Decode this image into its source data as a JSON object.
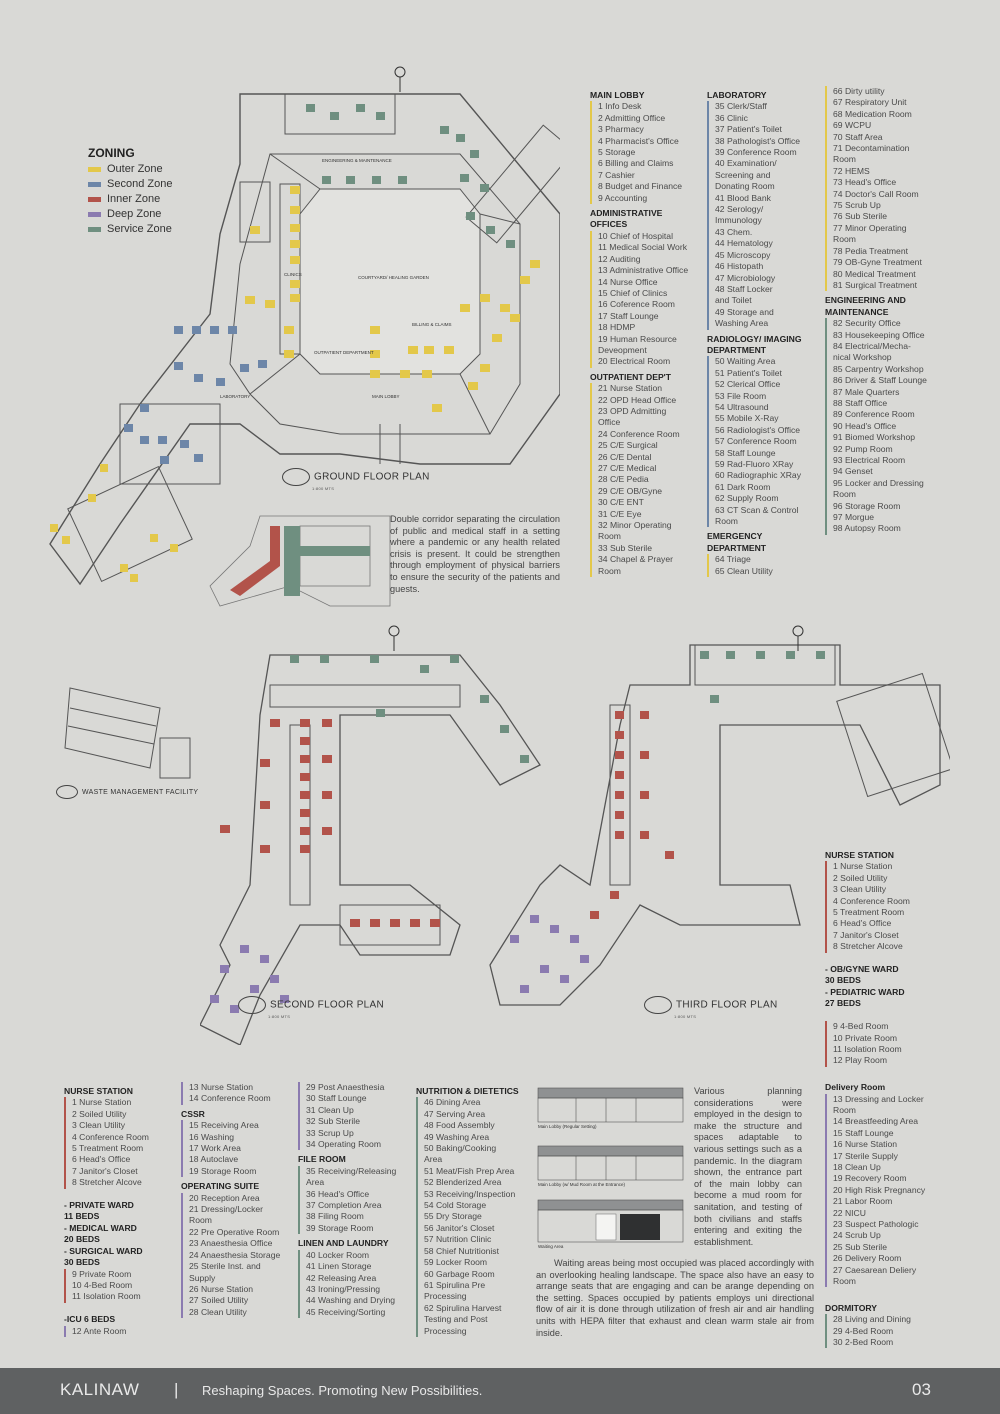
{
  "zoning": {
    "title": "ZONING",
    "zones": [
      {
        "label": "Outer Zone",
        "color": "#e3c84a"
      },
      {
        "label": "Second Zone",
        "color": "#6d86a8"
      },
      {
        "label": "Inner Zone",
        "color": "#b2534a"
      },
      {
        "label": "Deep Zone",
        "color": "#8b7bb0"
      },
      {
        "label": "Service Zone",
        "color": "#6f8f80"
      }
    ]
  },
  "plans": {
    "ground": "GROUND FLOOR PLAN",
    "second": "SECOND FLOOR PLAN",
    "third": "THIRD FLOOR PLAN",
    "waste": "WASTE MANAGEMENT FACILITY",
    "scale": "1:800 MTS"
  },
  "ground_labels": {
    "courtyard": "COURTYARD/ HEALING GARDEN",
    "eng": "ENGINEERING & MAINTENANCE",
    "opd": "OUTPATIENT DEPARTMENT",
    "lobby": "MAIN LOBBY",
    "billing": "BILLING & CLAIMS",
    "clinics": "CLINICS",
    "lab": "LABORATORY"
  },
  "corridor_note": "Double corridor separating the circulation of public and medical staff in a setting where a pandemic or any health related crisis is present. It could be strengthen through employment of physical barriers to ensure the security of the patients and guests.",
  "legend_ground": {
    "c1": [
      {
        "t": "MAIN LOBBY",
        "h": true
      },
      {
        "t": "1  Info Desk",
        "z": "y"
      },
      {
        "t": "2  Admitting Office",
        "z": "y"
      },
      {
        "t": "3  Pharmacy",
        "z": "y"
      },
      {
        "t": "4  Pharmacist's Office",
        "z": "y"
      },
      {
        "t": "5  Storage",
        "z": "y"
      },
      {
        "t": "6  Billing and Claims",
        "z": "y"
      },
      {
        "t": "7  Cashier",
        "z": "y"
      },
      {
        "t": "8  Budget and Finance",
        "z": "y"
      },
      {
        "t": "9  Accounting",
        "z": "y"
      },
      {
        "t": "ADMINISTRATIVE OFFICES",
        "h": true
      },
      {
        "t": "10 Chief of Hospital",
        "z": "y"
      },
      {
        "t": "11  Medical Social Work",
        "z": "y"
      },
      {
        "t": "12 Auditing",
        "z": "y"
      },
      {
        "t": "13 Administrative Office",
        "z": "y"
      },
      {
        "t": "14 Nurse Office",
        "z": "y"
      },
      {
        "t": "15 Chief of Clinics",
        "z": "y"
      },
      {
        "t": "16 Coference Room",
        "z": "y"
      },
      {
        "t": "17 Staff Lounge",
        "z": "y"
      },
      {
        "t": "18 HDMP",
        "z": "y"
      },
      {
        "t": "19 Human Resource",
        "z": "y"
      },
      {
        "t": "    Deveopment",
        "z": "y"
      },
      {
        "t": "20 Electrical Room",
        "z": "y"
      },
      {
        "t": "OUTPATIENT DEP'T",
        "h": true
      },
      {
        "t": "21  Nurse Station",
        "z": "y"
      },
      {
        "t": "22  OPD Head Office",
        "z": "y"
      },
      {
        "t": "23  OPD Admitting",
        "z": "y"
      },
      {
        "t": "      Office",
        "z": "y"
      },
      {
        "t": "24  Conference Room",
        "z": "y"
      },
      {
        "t": "25  C/E Surgical",
        "z": "y"
      },
      {
        "t": "26 C/E Dental",
        "z": "y"
      },
      {
        "t": "27  C/E Medical",
        "z": "y"
      },
      {
        "t": "28  C/E Pedia",
        "z": "y"
      },
      {
        "t": "29  C/E OB/Gyne",
        "z": "y"
      },
      {
        "t": "30 C/E ENT",
        "z": "y"
      },
      {
        "t": "31  C/E Eye",
        "z": "y"
      },
      {
        "t": "32 Minor Operating",
        "z": "y"
      },
      {
        "t": "     Room",
        "z": "y"
      },
      {
        "t": "33 Sub Sterile",
        "z": "y"
      },
      {
        "t": "34 Chapel & Prayer",
        "z": "y"
      },
      {
        "t": "     Room",
        "z": "y"
      }
    ],
    "c2": [
      {
        "t": "LABORATORY",
        "h": true
      },
      {
        "t": "35  Clerk/Staff",
        "z": "b"
      },
      {
        "t": "36 Clinic",
        "z": "b"
      },
      {
        "t": "37 Patient's Toilet",
        "z": "b"
      },
      {
        "t": "38 Pathologist's Office",
        "z": "b"
      },
      {
        "t": "39 Conference Room",
        "z": "b"
      },
      {
        "t": "40 Examination/",
        "z": "b"
      },
      {
        "t": "     Screening and",
        "z": "b"
      },
      {
        "t": "     Donating Room",
        "z": "b"
      },
      {
        "t": "41 Blood Bank",
        "z": "b"
      },
      {
        "t": "42 Serology/",
        "z": "b"
      },
      {
        "t": "     Immunology",
        "z": "b"
      },
      {
        "t": "43 Chem.",
        "z": "b"
      },
      {
        "t": "44 Hematology",
        "z": "b"
      },
      {
        "t": "45  Microscopy",
        "z": "b"
      },
      {
        "t": "46 Histopath",
        "z": "b"
      },
      {
        "t": "47 Microbiology",
        "z": "b"
      },
      {
        "t": "48 Staff Locker",
        "z": "b"
      },
      {
        "t": "     and Toilet",
        "z": "b"
      },
      {
        "t": "49 Storage and",
        "z": "b"
      },
      {
        "t": "     Washing Area",
        "z": "b"
      },
      {
        "t": "RADIOLOGY/ IMAGING DEPARTMENT",
        "h": true
      },
      {
        "t": "50 Waiting Area",
        "z": "b"
      },
      {
        "t": "51  Patient's Toilet",
        "z": "b"
      },
      {
        "t": "52 Clerical Office",
        "z": "b"
      },
      {
        "t": "53 File Room",
        "z": "b"
      },
      {
        "t": "54 Ultrasound",
        "z": "b"
      },
      {
        "t": "55 Mobile X-Ray",
        "z": "b"
      },
      {
        "t": "56 Radiologist's Office",
        "z": "b"
      },
      {
        "t": "57 Conference Room",
        "z": "b"
      },
      {
        "t": "58 Staff Lounge",
        "z": "b"
      },
      {
        "t": "59 Rad-Fluoro XRay",
        "z": "b"
      },
      {
        "t": "60 Radiographic XRay",
        "z": "b"
      },
      {
        "t": "61 Dark Room",
        "z": "b"
      },
      {
        "t": "62 Supply Room",
        "z": "b"
      },
      {
        "t": "63 CT Scan & Control",
        "z": "b"
      },
      {
        "t": "     Room",
        "z": "b"
      },
      {
        "t": "EMERGENCY DEPARTMENT",
        "h": true
      },
      {
        "t": "64 Triage",
        "z": "y"
      },
      {
        "t": "65 Clean Utility",
        "z": "y"
      }
    ],
    "c3": [
      {
        "t": "66 Dirty utility",
        "z": "y"
      },
      {
        "t": "67 Respiratory Unit",
        "z": "y"
      },
      {
        "t": "68 Medication Room",
        "z": "y"
      },
      {
        "t": "69 WCPU",
        "z": "y"
      },
      {
        "t": "70 Staff Area",
        "z": "y"
      },
      {
        "t": "71 Decontamination",
        "z": "y"
      },
      {
        "t": "     Room",
        "z": "y"
      },
      {
        "t": "72 HEMS",
        "z": "y"
      },
      {
        "t": "73 Head's Office",
        "z": "y"
      },
      {
        "t": "74 Doctor's Call Room",
        "z": "y"
      },
      {
        "t": "75 Scrub Up",
        "z": "y"
      },
      {
        "t": "76 Sub Sterile",
        "z": "y"
      },
      {
        "t": "77 Minor Operating",
        "z": "y"
      },
      {
        "t": "     Room",
        "z": "y"
      },
      {
        "t": "78 Pedia Treatment",
        "z": "y"
      },
      {
        "t": "79 OB-Gyne Treatment",
        "z": "y"
      },
      {
        "t": "80 Medical Treatment",
        "z": "y"
      },
      {
        "t": "81 Surgical Treatment",
        "z": "y"
      },
      {
        "t": "ENGINEERING AND MAINTENANCE",
        "h": true
      },
      {
        "t": "82 Security Office",
        "z": "g"
      },
      {
        "t": "83 Housekeeping Office",
        "z": "g"
      },
      {
        "t": "84 Electrical/Mecha-",
        "z": "g"
      },
      {
        "t": "     nical Workshop",
        "z": "g"
      },
      {
        "t": "85 Carpentry Workshop",
        "z": "g"
      },
      {
        "t": "86 Driver & Staff Lounge",
        "z": "g"
      },
      {
        "t": "87 Male Quarters",
        "z": "g"
      },
      {
        "t": "88 Staff Office",
        "z": "g"
      },
      {
        "t": "89 Conference Room",
        "z": "g"
      },
      {
        "t": "90 Head's Office",
        "z": "g"
      },
      {
        "t": "91 Biomed Workshop",
        "z": "g"
      },
      {
        "t": "92 Pump Room",
        "z": "g"
      },
      {
        "t": "93 Electrical Room",
        "z": "g"
      },
      {
        "t": "94 Genset",
        "z": "g"
      },
      {
        "t": "95 Locker and Dressing",
        "z": "g"
      },
      {
        "t": "     Room",
        "z": "g"
      },
      {
        "t": "96 Storage Room",
        "z": "g"
      },
      {
        "t": "97 Morgue",
        "z": "g"
      },
      {
        "t": "98 Autopsy Room",
        "z": "g"
      }
    ]
  },
  "legend_third": [
    {
      "t": "NURSE STATION",
      "h": true
    },
    {
      "t": "1 Nurse Station",
      "z": "r"
    },
    {
      "t": "2 Soiled Utility",
      "z": "r"
    },
    {
      "t": "3 Clean Utility",
      "z": "r"
    },
    {
      "t": "4 Conference Room",
      "z": "r"
    },
    {
      "t": "5 Treatment Room",
      "z": "r"
    },
    {
      "t": "6 Head's Office",
      "z": "r"
    },
    {
      "t": "7 Janitor's Closet",
      "z": "r"
    },
    {
      "t": "8 Stretcher Alcove",
      "z": "r"
    },
    {
      "t": "",
      "z": "n"
    },
    {
      "t": "- OB/GYNE WARD",
      "bold": true
    },
    {
      "t": "30 BEDS",
      "bold": true
    },
    {
      "t": "- PEDIATRIC WARD",
      "bold": true
    },
    {
      "t": "27 BEDS",
      "bold": true
    },
    {
      "t": "",
      "z": "n"
    },
    {
      "t": "9 4-Bed Room",
      "z": "r"
    },
    {
      "t": "10 Private Room",
      "z": "r"
    },
    {
      "t": "11 Isolation Room",
      "z": "r"
    },
    {
      "t": "12 Play Room",
      "z": "r"
    },
    {
      "t": "",
      "z": "n"
    },
    {
      "t": "Delivery Room",
      "h": true
    },
    {
      "t": "13 Dressing and Locker",
      "z": "p"
    },
    {
      "t": "     Room",
      "z": "p"
    },
    {
      "t": "14 Breastfeeding Area",
      "z": "p"
    },
    {
      "t": "15 Staff Lounge",
      "z": "p"
    },
    {
      "t": "16 Nurse Station",
      "z": "p"
    },
    {
      "t": "17 Sterile Supply",
      "z": "p"
    },
    {
      "t": "18 Clean Up",
      "z": "p"
    },
    {
      "t": "19 Recovery Room",
      "z": "p"
    },
    {
      "t": "20 High Risk Pregnancy",
      "z": "p"
    },
    {
      "t": "21 Labor Room",
      "z": "p"
    },
    {
      "t": "22 NICU",
      "z": "p"
    },
    {
      "t": "23 Suspect Pathologic",
      "z": "p"
    },
    {
      "t": "24 Scrub Up",
      "z": "p"
    },
    {
      "t": "25 Sub Sterile",
      "z": "p"
    },
    {
      "t": "26 Delivery Room",
      "z": "p"
    },
    {
      "t": "27 Caesarean Deliery",
      "z": "p"
    },
    {
      "t": "     Room",
      "z": "p"
    },
    {
      "t": "",
      "z": "n"
    },
    {
      "t": "DORMITORY",
      "h": true
    },
    {
      "t": "28 Living and Dining",
      "z": "g"
    },
    {
      "t": "29 4-Bed Room",
      "z": "g"
    },
    {
      "t": "30 2-Bed Room",
      "z": "g"
    }
  ],
  "legend_second": {
    "c1": [
      {
        "t": "NURSE STATION",
        "h": true
      },
      {
        "t": "1 Nurse Station",
        "z": "r"
      },
      {
        "t": "2 Soiled Utility",
        "z": "r"
      },
      {
        "t": "3 Clean Utility",
        "z": "r"
      },
      {
        "t": "4 Conference Room",
        "z": "r"
      },
      {
        "t": "5 Treatment Room",
        "z": "r"
      },
      {
        "t": "6 Head's Office",
        "z": "r"
      },
      {
        "t": "7 Janitor's Closet",
        "z": "r"
      },
      {
        "t": "8 Stretcher Alcove",
        "z": "r"
      },
      {
        "t": "",
        "z": "n"
      },
      {
        "t": "- PRIVATE WARD",
        "bold": true
      },
      {
        "t": "11 BEDS",
        "bold": true
      },
      {
        "t": "- MEDICAL WARD",
        "bold": true
      },
      {
        "t": "20 BEDS",
        "bold": true
      },
      {
        "t": "- SURGICAL WARD",
        "bold": true
      },
      {
        "t": "30 BEDS",
        "bold": true
      },
      {
        "t": "9 Private Room",
        "z": "r"
      },
      {
        "t": "10 4-Bed Room",
        "z": "r"
      },
      {
        "t": "11 Isolation Room",
        "z": "r"
      },
      {
        "t": "",
        "z": "n"
      },
      {
        "t": "-ICU 6 BEDS",
        "bold": true
      },
      {
        "t": "12 Ante Room",
        "z": "p"
      }
    ],
    "c2": [
      {
        "t": "13 Nurse Station",
        "z": "p"
      },
      {
        "t": "14 Conference Room",
        "z": "p"
      },
      {
        "t": "CSSR",
        "h": true
      },
      {
        "t": "15 Receiving Area",
        "z": "p"
      },
      {
        "t": "16 Washing",
        "z": "p"
      },
      {
        "t": "17 Work Area",
        "z": "p"
      },
      {
        "t": "18 Autoclave",
        "z": "p"
      },
      {
        "t": "19 Storage Room",
        "z": "p"
      },
      {
        "t": "OPERATING SUITE",
        "h": true
      },
      {
        "t": "20 Reception Area",
        "z": "p"
      },
      {
        "t": "21 Dressing/Locker",
        "z": "p"
      },
      {
        "t": "     Room",
        "z": "p"
      },
      {
        "t": "22 Pre Operative Room",
        "z": "p"
      },
      {
        "t": "23 Anaesthesia Office",
        "z": "p"
      },
      {
        "t": "24 Anaesthesia Storage",
        "z": "p"
      },
      {
        "t": "25 Sterile Inst. and",
        "z": "p"
      },
      {
        "t": "     Supply",
        "z": "p"
      },
      {
        "t": "26 Nurse Station",
        "z": "p"
      },
      {
        "t": "27 Soiled Utility",
        "z": "p"
      },
      {
        "t": "28 Clean Utility",
        "z": "p"
      }
    ],
    "c3": [
      {
        "t": "29 Post Anaesthesia",
        "z": "p"
      },
      {
        "t": "30 Staff Lounge",
        "z": "p"
      },
      {
        "t": "31 Clean Up",
        "z": "p"
      },
      {
        "t": "32 Sub Sterile",
        "z": "p"
      },
      {
        "t": "33 Scrup Up",
        "z": "p"
      },
      {
        "t": "34 Operating Room",
        "z": "p"
      },
      {
        "t": "FILE ROOM",
        "h": true
      },
      {
        "t": "35 Receiving/Releasing",
        "z": "g"
      },
      {
        "t": "     Area",
        "z": "g"
      },
      {
        "t": "36 Head's Office",
        "z": "g"
      },
      {
        "t": "37 Completion Area",
        "z": "g"
      },
      {
        "t": "38 Filing Room",
        "z": "g"
      },
      {
        "t": "39 Storage Room",
        "z": "g"
      },
      {
        "t": "LINEN AND LAUNDRY",
        "h": true
      },
      {
        "t": "40 Locker Room",
        "z": "g"
      },
      {
        "t": "41 Linen Storage",
        "z": "g"
      },
      {
        "t": "42 Releasing Area",
        "z": "g"
      },
      {
        "t": "43 Ironing/Pressing",
        "z": "g"
      },
      {
        "t": "44 Washing and Drying",
        "z": "g"
      },
      {
        "t": "45 Receiving/Sorting",
        "z": "g"
      }
    ],
    "c4": [
      {
        "t": "NUTRITION & DIETETICS",
        "h": true
      },
      {
        "t": "46 Dining Area",
        "z": "g"
      },
      {
        "t": "47 Serving Area",
        "z": "g"
      },
      {
        "t": "48 Food Assembly",
        "z": "g"
      },
      {
        "t": "49 Washing Area",
        "z": "g"
      },
      {
        "t": "50 Baking/Cooking",
        "z": "g"
      },
      {
        "t": "     Area",
        "z": "g"
      },
      {
        "t": "51 Meat/Fish Prep Area",
        "z": "g"
      },
      {
        "t": "52 Blenderized Area",
        "z": "g"
      },
      {
        "t": "53 Receiving/Inspection",
        "z": "g"
      },
      {
        "t": "54 Cold Storage",
        "z": "g"
      },
      {
        "t": "55 Dry Storage",
        "z": "g"
      },
      {
        "t": "56 Janitor's Closet",
        "z": "g"
      },
      {
        "t": "57 Nutrition Clinic",
        "z": "g"
      },
      {
        "t": "58 Chief Nutritionist",
        "z": "g"
      },
      {
        "t": "59 Locker Room",
        "z": "g"
      },
      {
        "t": "60 Garbage Room",
        "z": "g"
      },
      {
        "t": "61 Spirulina Pre",
        "z": "g"
      },
      {
        "t": "     Processing",
        "z": "g"
      },
      {
        "t": "62 Spirulina Harvest",
        "z": "g"
      },
      {
        "t": "     Testing and Post",
        "z": "g"
      },
      {
        "t": "     Processing",
        "z": "g"
      }
    ]
  },
  "lobby_captions": [
    "Main Lobby (Regular Setting)",
    "Main Lobby (w/ Mud Room at the Entrance)",
    "Waiting Area"
  ],
  "planning_text": "Various planning considerations were employed in the design to make the structure and spaces adaptable to various settings such as a pandemic. In the diagram shown, the entrance part of the main lobby can become a mud room for sanitation, and testing of both civilians and staffs entering and exiting the establishment.",
  "waiting_text": "Waiting areas being most occupied was placed accordingly with an overlooking healing landscape. The space also have an easy to arrange seats that are engaging and can be arange depending on the setting. Spaces occupied by patients employs uni directional flow of air it is done through utilization of fresh air and air handling units with HEPA filter that exhaust and clean warm stale air from inside.",
  "footer": {
    "brand": "KALINAW",
    "sep": "|",
    "tagline": "Reshaping Spaces. Promoting New Possibilities.",
    "page": "03"
  }
}
